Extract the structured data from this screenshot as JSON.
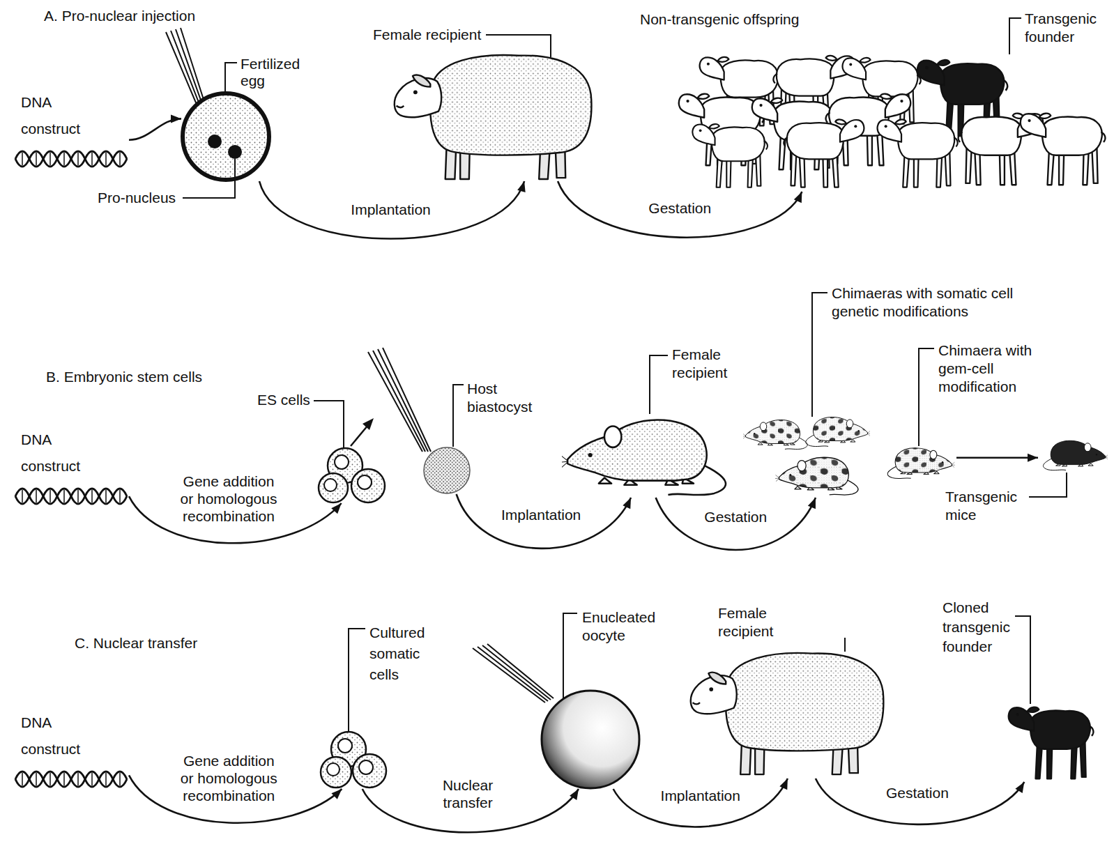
{
  "diagram": {
    "nodes": [
      {
        "text": [
          "DNA construct"
        ]
      },
      {
        "text": [
          "Fertilized egg",
          "Pro-nucleus"
        ]
      },
      {
        "text": [
          "Female recipient"
        ]
      },
      {
        "text": [
          "Non-transgenic offspring",
          "Transgenic founder"
        ]
      },
      {
        "text": [
          "DNA construct"
        ]
      },
      {
        "text": [
          "ES cells"
        ]
      },
      {
        "text": [
          "Host biastocyst"
        ]
      },
      {
        "text": [
          "Female recipient"
        ]
      },
      {
        "text": [
          "Chimaeras with somatic cell genetic modifications"
        ]
      },
      {
        "text": [
          "Chimaera with gem-cell modification"
        ]
      },
      {
        "text": [
          "Transgenic mice"
        ]
      },
      {
        "text": [
          "DNA construct"
        ]
      },
      {
        "text": [
          "Cultured somatic cells"
        ]
      },
      {
        "text": [
          "Enucleated oocyte"
        ]
      },
      {
        "text": [
          "Female recipient"
        ]
      },
      {
        "text": [
          "Cloned transgenic founder"
        ]
      }
    ],
    "edges": [
      {
        "from": 0,
        "to": 1,
        "arrow": "to"
      },
      {
        "from": 1,
        "to": 2,
        "label": "Implantation",
        "arrow": "to"
      },
      {
        "from": 2,
        "to": 3,
        "label": "Gestation",
        "arrow": "to"
      },
      {
        "from": 4,
        "to": 5,
        "label": "Gene addition or homologous recombination",
        "arrow": "to"
      },
      {
        "from": 6,
        "to": 7,
        "label": "Implantation",
        "arrow": "to"
      },
      {
        "from": 7,
        "to": 8,
        "label": "Gestation",
        "arrow": "to"
      },
      {
        "from": 9,
        "to": 10,
        "arrow": "to"
      },
      {
        "from": 11,
        "to": 12,
        "label": "Gene addition or homologous recombination",
        "arrow": "to"
      },
      {
        "from": 12,
        "to": 13,
        "label": "Nuclear transfer",
        "arrow": "to"
      },
      {
        "from": 13,
        "to": 14,
        "label": "Implantation",
        "arrow": "to"
      },
      {
        "from": 14,
        "to": 15,
        "label": "Gestation",
        "arrow": "to"
      }
    ],
    "labels": [
      "A. Pro-nuclear injection",
      "B. Embryonic stem cells",
      "C. Nuclear transfer"
    ]
  }
}
